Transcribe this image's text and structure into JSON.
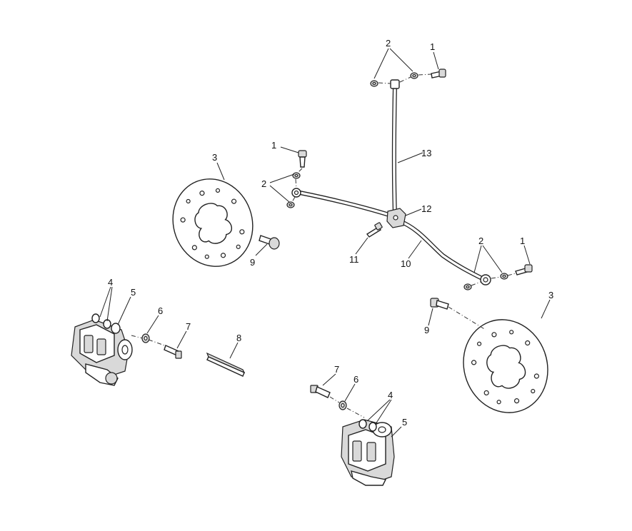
{
  "diagram": {
    "callouts": [
      {
        "id": "c1-top",
        "text": "1"
      },
      {
        "id": "c2-top",
        "text": "2"
      },
      {
        "id": "c13",
        "text": "13"
      },
      {
        "id": "c1-left",
        "text": "1"
      },
      {
        "id": "c2-left",
        "text": "2"
      },
      {
        "id": "c12",
        "text": "12"
      },
      {
        "id": "c3-left",
        "text": "3"
      },
      {
        "id": "c9-left",
        "text": "9"
      },
      {
        "id": "c11",
        "text": "11"
      },
      {
        "id": "c10",
        "text": "10"
      },
      {
        "id": "c2-right",
        "text": "2"
      },
      {
        "id": "c1-right",
        "text": "1"
      },
      {
        "id": "c3-right",
        "text": "3"
      },
      {
        "id": "c9-right",
        "text": "9"
      },
      {
        "id": "c4-left",
        "text": "4"
      },
      {
        "id": "c5-left",
        "text": "5"
      },
      {
        "id": "c6-left",
        "text": "6"
      },
      {
        "id": "c7-left",
        "text": "7"
      },
      {
        "id": "c8",
        "text": "8"
      },
      {
        "id": "c7-bottom",
        "text": "7"
      },
      {
        "id": "c6-bottom",
        "text": "6"
      },
      {
        "id": "c4-bottom",
        "text": "4"
      },
      {
        "id": "c5-bottom",
        "text": "5"
      }
    ]
  }
}
